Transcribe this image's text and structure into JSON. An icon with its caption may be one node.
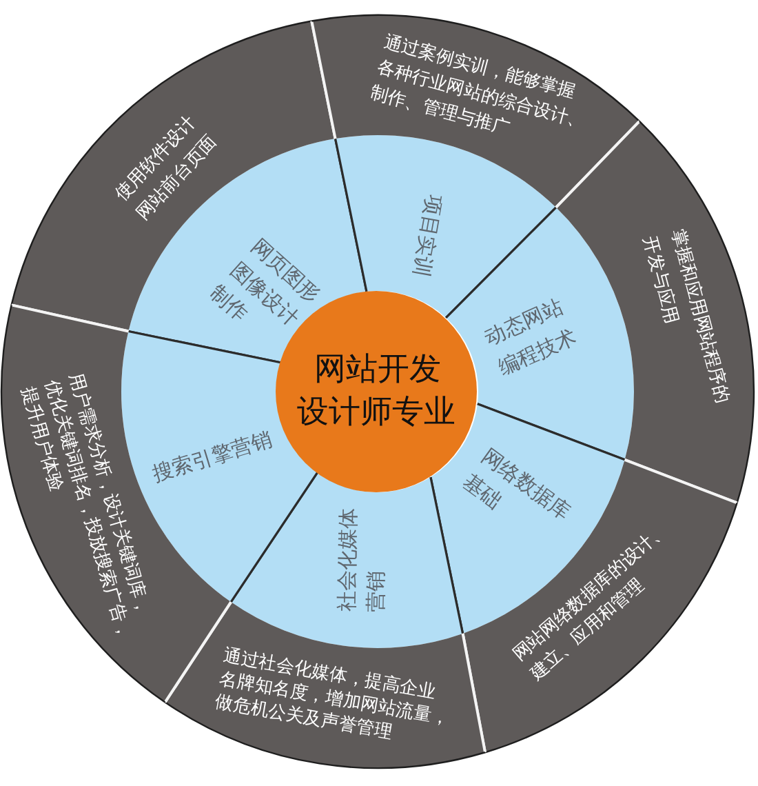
{
  "diagram": {
    "nodes": [
      {
        "text": [
          "网站开发设计师专业"
        ]
      },
      {
        "text": [
          "网页图形图像设计制作"
        ]
      },
      {
        "text": [
          "项目实训"
        ]
      },
      {
        "text": [
          "动态网站编程技术"
        ]
      },
      {
        "text": [
          "网络数据库基础"
        ]
      },
      {
        "text": [
          "社会化媒体营销"
        ]
      },
      {
        "text": [
          "搜索引擎营销"
        ]
      },
      {
        "text": [
          "使用软件设计网站前台页面"
        ]
      },
      {
        "text": [
          "通过案例实训，能够掌握各种行业网站的综合设计、制作、管理与推广"
        ]
      },
      {
        "text": [
          "掌握和应用网站程序的开发与应用"
        ]
      },
      {
        "text": [
          "网站网络数据库的设计、建立、应用和管理"
        ]
      },
      {
        "text": [
          "通过社会化媒体，提高企业名牌知名度，增加网站流量，做危机公关及声誉管理"
        ]
      },
      {
        "text": [
          "用户需求分析，设计关键词库，优化关键词排名，投放搜索广告，提升用户体验"
        ]
      }
    ]
  }
}
